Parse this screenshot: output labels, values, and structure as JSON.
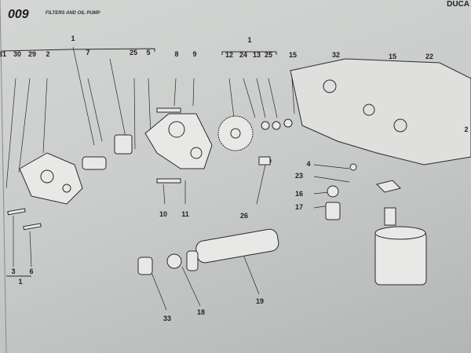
{
  "header": {
    "code": "009",
    "title": "FILTERS AND OIL PUMP",
    "brand": "DUCA"
  },
  "labels": [
    "31",
    "30",
    "29",
    "2",
    "7",
    "25",
    "5",
    "8",
    "9",
    "12",
    "24",
    "13",
    "25",
    "15",
    "32",
    "15",
    "22",
    "2",
    "4",
    "23",
    "16",
    "17",
    "10",
    "11",
    "26",
    "3",
    "6",
    "1",
    "33",
    "18",
    "19",
    "1",
    "1"
  ]
}
